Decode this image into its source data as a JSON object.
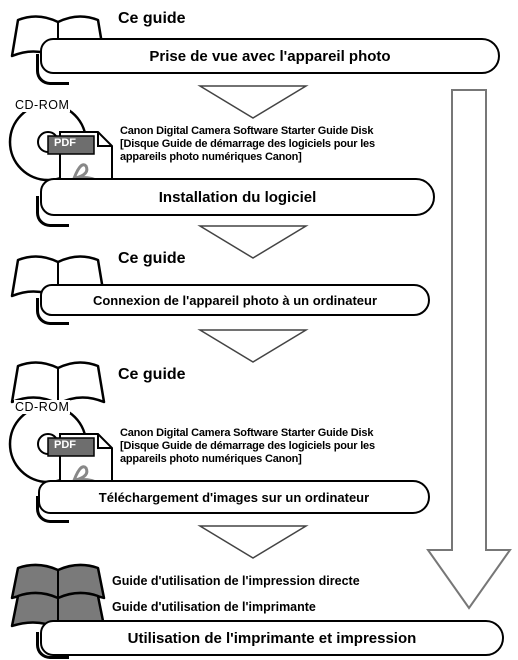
{
  "flow": {
    "guide1_label": "Ce guide",
    "step1": "Prise de vue avec l'appareil photo",
    "cd1_label": "CD-ROM",
    "pdf1_label": "PDF",
    "disk1_line1": "Canon Digital Camera Software Starter Guide Disk",
    "disk1_line2": "[Disque Guide de démarrage des logiciels pour les",
    "disk1_line3": "appareils photo numériques Canon]",
    "step2": "Installation du logiciel",
    "guide2_label": "Ce guide",
    "step3": "Connexion de l'appareil photo à un ordinateur",
    "guide3_label": "Ce guide",
    "cd2_label": "CD-ROM",
    "pdf2_label": "PDF",
    "disk2_line1": "Canon Digital Camera Software Starter Guide Disk",
    "disk2_line2": "[Disque Guide de démarrage des logiciels pour les",
    "disk2_line3": "appareils photo numériques Canon]",
    "step4": "Téléchargement d'images sur un ordinateur",
    "direct_print_guide": "Guide d'utilisation de l'impression directe",
    "printer_guide": "Guide d'utilisation de l'imprimante",
    "step5": "Utilisation de l'imprimante et impression"
  },
  "colors": {
    "line": "#000000",
    "book_dark": "#7a7a7a",
    "pdf_gray": "#6e6e6e",
    "arrow_fill": "#ffffff"
  }
}
